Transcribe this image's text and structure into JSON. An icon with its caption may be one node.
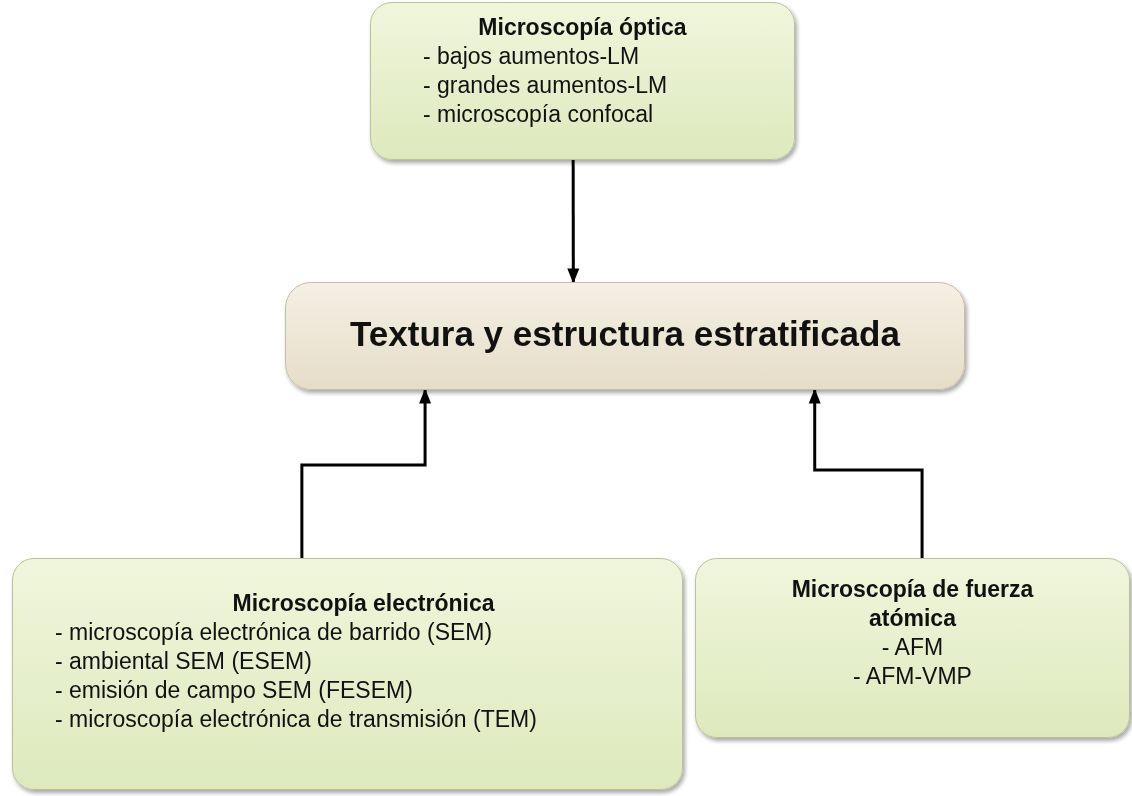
{
  "diagram": {
    "nodes": [
      {
        "text": [
          "Microscopía óptica",
          "- bajos aumentos-LM",
          "- grandes aumentos-LM",
          "- microscopía confocal"
        ]
      },
      {
        "text": [
          "Textura y estructura estratificada"
        ]
      },
      {
        "text": [
          "Microscopía electrónica",
          "- microscopía electrónica de barrido (SEM)",
          "- ambiental SEM (ESEM)",
          "- emisión de campo SEM (FESEM)",
          "- microscopía electrónica de transmisión (TEM)"
        ]
      },
      {
        "text": [
          "Microscopía de fuerza atómica",
          "- AFM",
          "- AFM-VMP"
        ]
      }
    ],
    "edges": [
      {
        "from": 0,
        "to": 1,
        "arrow": "to"
      },
      {
        "from": 2,
        "to": 1,
        "arrow": "to"
      },
      {
        "from": 3,
        "to": 1,
        "arrow": "to"
      }
    ]
  }
}
